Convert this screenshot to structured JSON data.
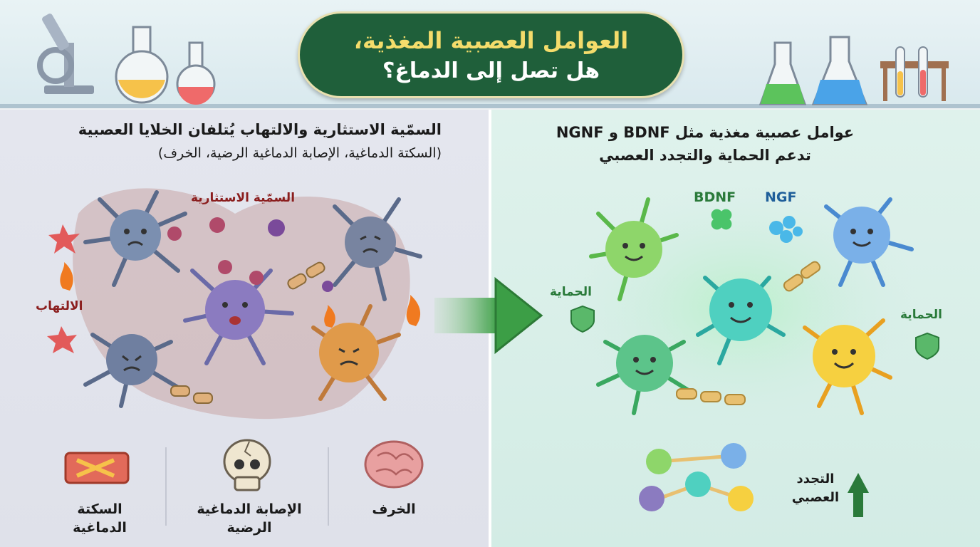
{
  "title": {
    "line1": "العوامل العصبية المغذية،",
    "line2": "هل تصل إلى الدماغ؟"
  },
  "left_panel": {
    "heading": "السمّية الاستثارية والالتهاب يُتلفان الخلايا العصبية",
    "subheading": "(السكتة الدماغية، الإصابة الدماغية الرضية، الخرف)",
    "excitotoxicity_label": "السمّية الاستثارية",
    "inflammation_label": "الالتهاب",
    "conditions": [
      {
        "label": "الخرف",
        "icon": "brain-icon"
      },
      {
        "label": "الإصابة الدماغية الرضية",
        "icon": "cracked-skull-icon"
      },
      {
        "label": "السكتة الدماغية",
        "icon": "blocked-vessel-icon"
      }
    ]
  },
  "right_panel": {
    "heading_line1": "عوامل عصبية مغذية مثل BDNF و NGNF",
    "heading_line2": "تدعم الحماية والتجدد العصبي",
    "bdnf_label": "BDNF",
    "ngf_label": "NGF",
    "protection_label_left": "الحماية",
    "protection_label_right": "الحماية",
    "regeneration_label": "التجدد العصبي"
  },
  "colors": {
    "title_bg": "#1f5f3a",
    "title_accent": "#f4dc6b",
    "damage_red": "#8b1e1e",
    "heal_green": "#2a7a3a",
    "arrow_green": "#4caf50"
  }
}
